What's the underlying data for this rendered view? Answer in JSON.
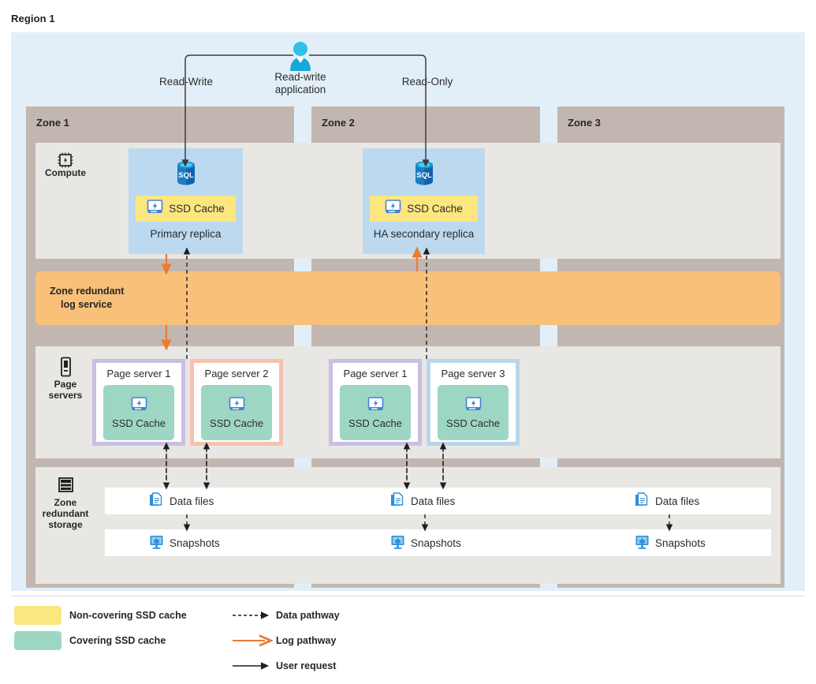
{
  "region": {
    "title": "Region 1"
  },
  "app": {
    "icon": "user-avatar-icon",
    "label": "Read-write\napplication",
    "label_line1": "Read-write",
    "label_line2": "application",
    "read_write": "Read-Write",
    "read_only": "Read-Only"
  },
  "zones": [
    {
      "label": "Zone 1"
    },
    {
      "label": "Zone 2"
    },
    {
      "label": "Zone 3"
    }
  ],
  "rows": {
    "compute": {
      "label": "Compute",
      "icon": "cpu-chip-icon"
    },
    "page_servers": {
      "label_line1": "Page",
      "label_line2": "servers",
      "icon": "server-icon"
    },
    "storage": {
      "label_line1": "Zone",
      "label_line2": "redundant",
      "label_line3": "storage",
      "icon": "database-storage-icon"
    }
  },
  "log_service": {
    "line1": "Zone redundant",
    "line2": "log service",
    "color": "#f8c078"
  },
  "replicas": [
    {
      "name": "Primary replica",
      "cache_label": "SSD Cache",
      "cache_color": "#fbe67f",
      "icon": "sql-database-icon",
      "cache_icon": "ssd-drive-icon"
    },
    {
      "name": "HA secondary replica",
      "cache_label": "SSD Cache",
      "cache_color": "#fbe67f",
      "icon": "sql-database-icon",
      "cache_icon": "ssd-drive-icon"
    }
  ],
  "page_servers": [
    {
      "title": "Page server 1",
      "cache_label": "SSD Cache",
      "border_color": "#c9bfe4",
      "cache_color": "#9ed6c4",
      "icon": "ssd-drive-icon"
    },
    {
      "title": "Page server 2",
      "cache_label": "SSD Cache",
      "border_color": "#f6c3b0",
      "cache_color": "#9ed6c4",
      "icon": "ssd-drive-icon"
    },
    {
      "title": "Page server 1",
      "cache_label": "SSD Cache",
      "border_color": "#c9bfe4",
      "cache_color": "#9ed6c4",
      "icon": "ssd-drive-icon"
    },
    {
      "title": "Page server 3",
      "cache_label": "SSD Cache",
      "border_color": "#b8d6ea",
      "cache_color": "#9ed6c4",
      "icon": "ssd-drive-icon"
    }
  ],
  "storage": {
    "data_files": [
      {
        "label": "Data files",
        "icon": "data-file-icon"
      },
      {
        "label": "Data files",
        "icon": "data-file-icon"
      },
      {
        "label": "Data files",
        "icon": "data-file-icon"
      }
    ],
    "snapshots": [
      {
        "label": "Snapshots",
        "icon": "snapshot-icon"
      },
      {
        "label": "Snapshots",
        "icon": "snapshot-icon"
      },
      {
        "label": "Snapshots",
        "icon": "snapshot-icon"
      }
    ]
  },
  "legend": {
    "swatches": [
      {
        "label": "Non-covering SSD cache",
        "color": "#fbe67f"
      },
      {
        "label": "Covering SSD cache",
        "color": "#9ed6c4"
      }
    ],
    "lines": [
      {
        "label": "Data pathway",
        "style": "dashed",
        "color": "#1f1f1f"
      },
      {
        "label": "Log pathway",
        "style": "solid",
        "color": "#ec7a32"
      },
      {
        "label": "User request",
        "style": "solid",
        "color": "#1f1f1f"
      }
    ]
  }
}
